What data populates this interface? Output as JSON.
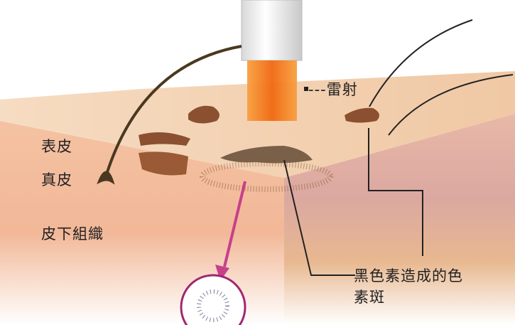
{
  "labels": {
    "epidermis": "表皮",
    "dermis": "真皮",
    "subcutaneous": "皮下組織",
    "laser": "---雷射",
    "pigment_line1": "黑色素造成的色",
    "pigment_line2": "素斑"
  },
  "colors": {
    "skin_top": "#f3d2b0",
    "skin_front": "#f1b89a",
    "beam": "#f07818",
    "arrow": "#c8408a",
    "pigment": "#8a5030"
  }
}
